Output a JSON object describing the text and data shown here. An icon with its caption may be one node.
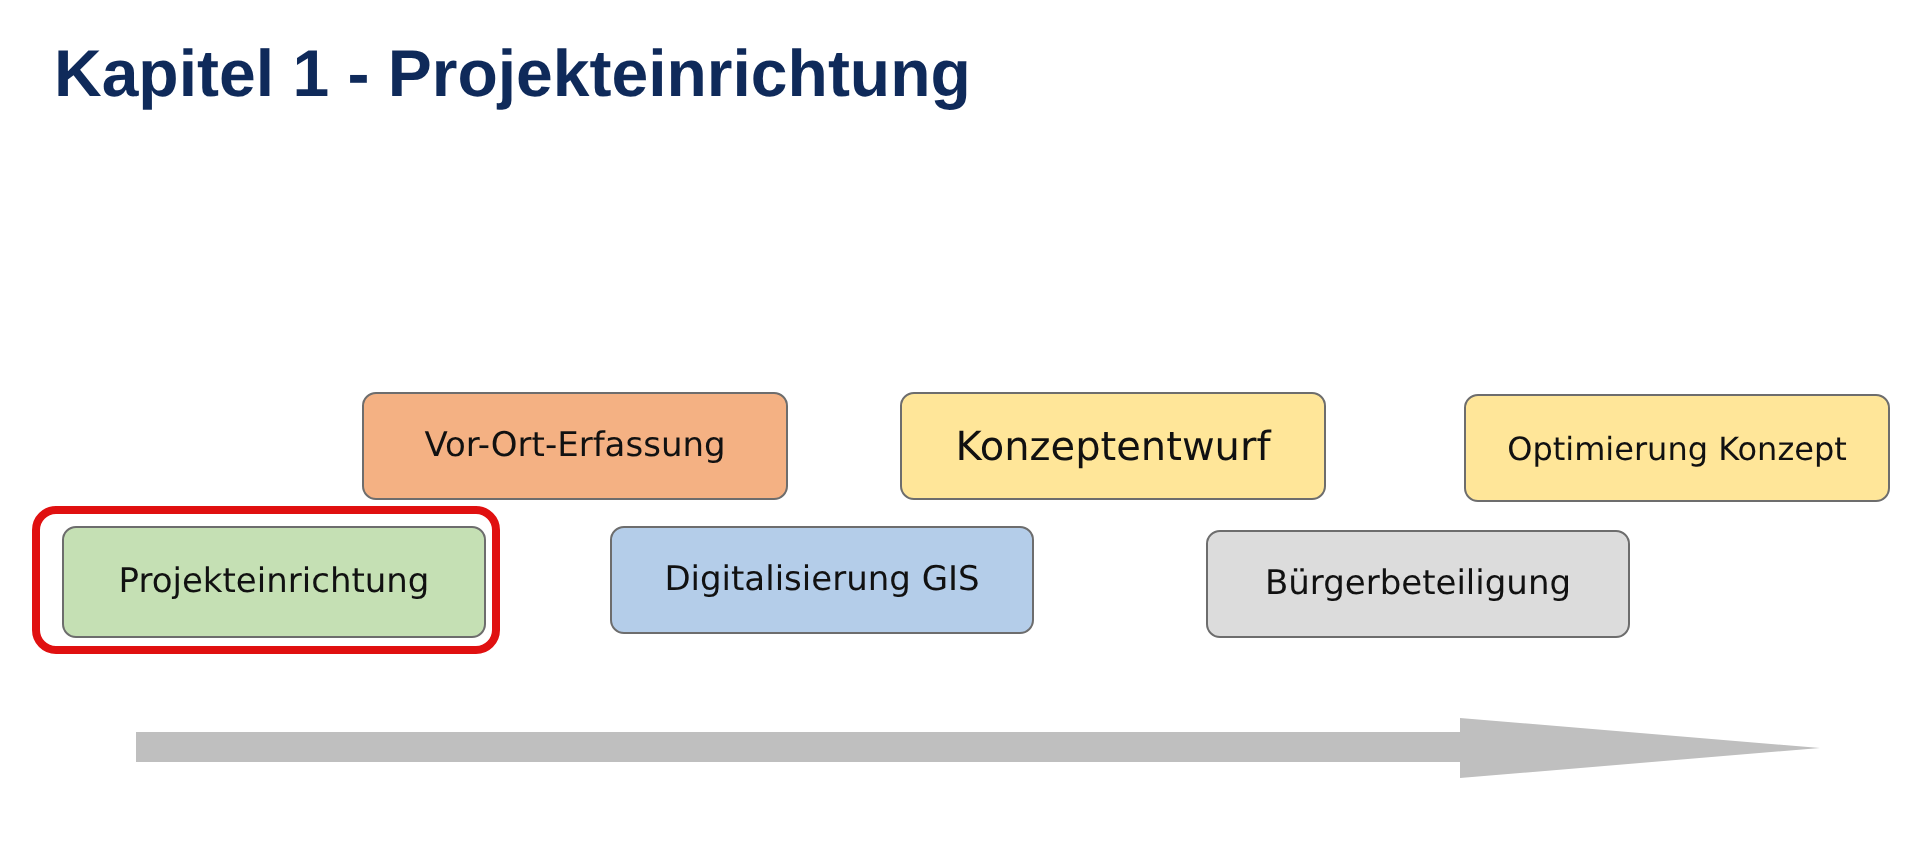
{
  "diagram": {
    "title": "Kapitel 1 - Projekteinrichtung",
    "nodes": [
      {
        "text": [],
        "shape": "box"
      },
      {
        "text": [
          "Projekteinrichtung"
        ],
        "in": 0
      },
      {
        "text": [
          "Vor-Ort-Erfassung"
        ]
      },
      {
        "text": [
          "Digitalisierung GIS"
        ]
      },
      {
        "text": [
          "Konzeptentwurf"
        ]
      },
      {
        "text": [
          "Bürgerbeteiligung"
        ]
      },
      {
        "text": [
          "Optimierung Konzept"
        ]
      }
    ],
    "edges": []
  }
}
